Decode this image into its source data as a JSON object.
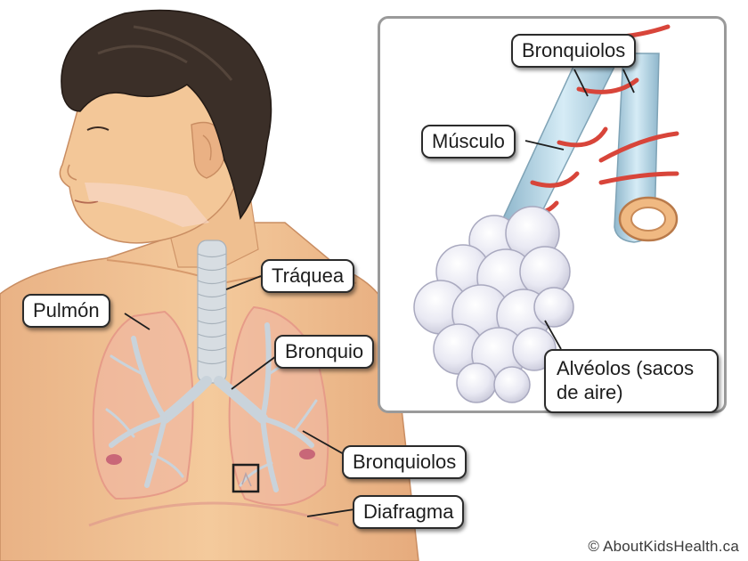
{
  "labels": {
    "bronquiolos_inset": "Bronquiolos",
    "musculo": "Músculo",
    "traquea": "Tráquea",
    "pulmon": "Pulmón",
    "bronquio": "Bronquio",
    "alveolos": "Alvéolos (sacos de aire)",
    "bronquiolos_body": "Bronquiolos",
    "diafragma": "Diafragma"
  },
  "credit": "© AboutKidsHealth.ca",
  "colors": {
    "skin": "#f2c596",
    "skin_shadow": "#e3a779",
    "hair": "#3b2f28",
    "lung": "#f0b7a8",
    "airway": "#d3dde6",
    "muscle_band": "#d8453a",
    "alveoli": "#e8e8f2",
    "bronchiole_tube": "#b7d6e6",
    "inset_border": "#9a9a9a"
  }
}
